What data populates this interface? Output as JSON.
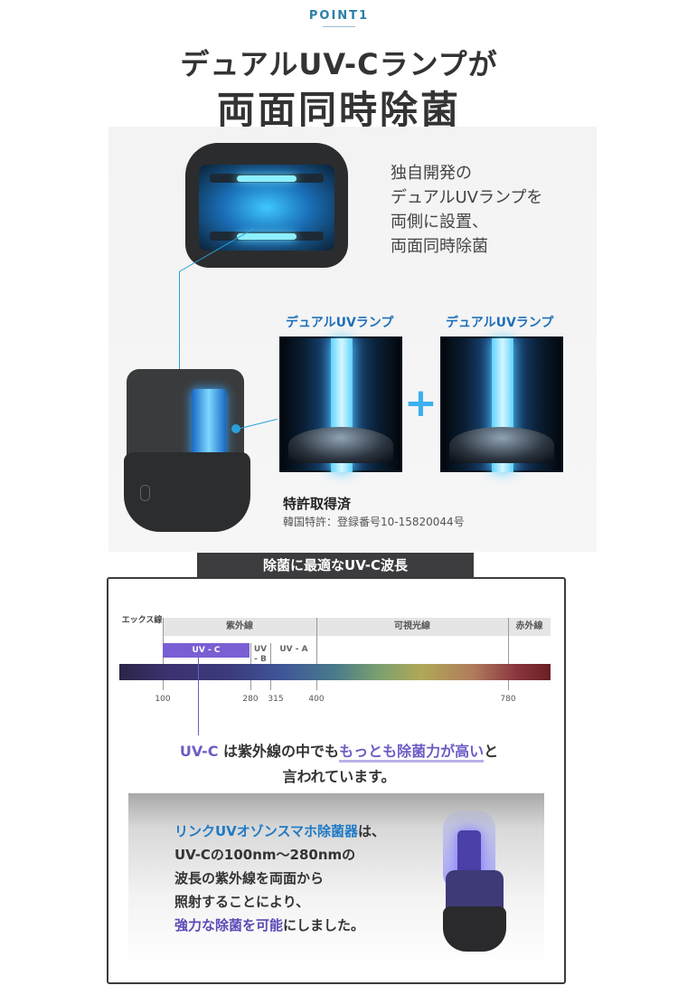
{
  "header": {
    "point_label": "POINT1",
    "headline_line1": "デュアルUV-Cランプが",
    "headline_line2": "両面同時除菌"
  },
  "intro": {
    "lines": [
      "独自開発の",
      "デュアルUVランプを",
      "両側に設置、",
      "両面同時除菌"
    ]
  },
  "lamps": {
    "left_label": "デュアルUVランプ",
    "right_label": "デュアルUVランプ",
    "plus": "+"
  },
  "patent": {
    "title": "特許取得済",
    "detail": "韓国特許：登録番号10-15820044号"
  },
  "spectrum_section": {
    "header": "除菌に最適なUV-C波長",
    "band_xray": "エックス線",
    "band_uv": "紫外線",
    "band_visible": "可視光線",
    "band_ir": "赤外線",
    "uvc_label": "UV - C",
    "uvb_label": "UV - B",
    "uva_label": "UV - A",
    "ticks": [
      "100",
      "280",
      "315",
      "400",
      "780"
    ]
  },
  "uvc_statement": {
    "uvc": "UV-C",
    "part1": " は紫外線の中でも",
    "highlight": "もっとも除菌力が高い",
    "part2": "と",
    "line2": "言われています。"
  },
  "info_panel": {
    "line1_highlight": "リンクUVオゾンスマホ除菌器",
    "line1_rest": "は、",
    "line2": "UV-Cの100nm〜280nmの",
    "line3": "波長の紫外線を両面から",
    "line4": "照射することにより、",
    "line5_highlight": "強力な除菌を可能",
    "line5_rest": "にしました。"
  },
  "colors": {
    "accent_blue": "#1f7ac4",
    "uvc_purple": "#6e5cc4",
    "header_dark": "#3c3c3e"
  }
}
